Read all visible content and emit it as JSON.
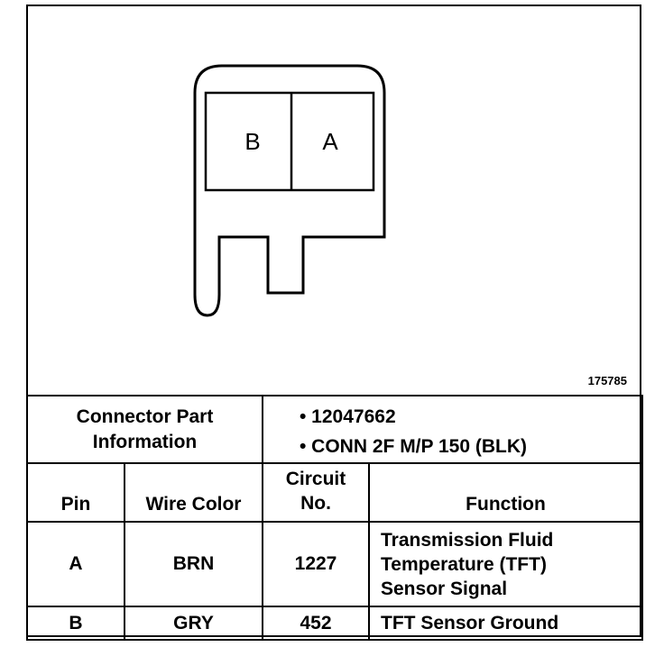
{
  "figure_number": "175785",
  "connector": {
    "pins": [
      "B",
      "A"
    ]
  },
  "part_info": {
    "label_line1": "Connector Part",
    "label_line2": "Information",
    "items": [
      "• 12047662",
      "• CONN 2F M/P 150 (BLK)"
    ]
  },
  "table": {
    "headers": {
      "pin": "Pin",
      "wire_color": "Wire Color",
      "circuit_line1": "Circuit",
      "circuit_line2": "No.",
      "function": "Function"
    },
    "rows": [
      {
        "pin": "A",
        "wire_color": "BRN",
        "circuit": "1227",
        "function_lines": [
          "Transmission Fluid",
          "Temperature (TFT)",
          "Sensor Signal"
        ]
      },
      {
        "pin": "B",
        "wire_color": "GRY",
        "circuit": "452",
        "function_lines": [
          "TFT Sensor Ground"
        ]
      }
    ]
  }
}
